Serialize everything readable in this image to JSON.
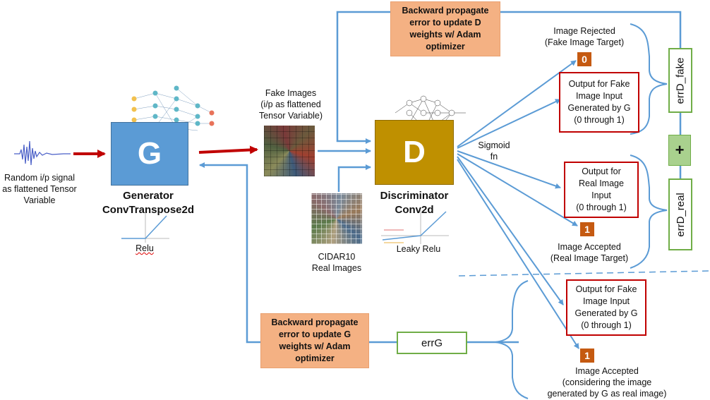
{
  "generator": {
    "letter": "G",
    "title_line1": "Generator",
    "title_line2": "ConvTranspose2d",
    "activation": "Relu"
  },
  "discriminator": {
    "letter": "D",
    "title_line1": "Discriminator",
    "title_line2": "Conv2d",
    "activation": "Leaky Relu"
  },
  "input_signal": {
    "line1": "Random i/p signal",
    "line2": "as flattened Tensor",
    "line3": "Variable"
  },
  "fake_images": {
    "line1": "Fake Images",
    "line2": "(i/p as flattened",
    "line3": "Tensor Variable)"
  },
  "real_images": {
    "line1": "CIDAR10",
    "line2": "Real Images"
  },
  "sigmoid": {
    "line1": "Sigmoid",
    "line2": "fn"
  },
  "backprop_d": {
    "line1": "Backward propagate",
    "line2": "error to update D",
    "line3": "weights w/ Adam",
    "line4": "optimizer"
  },
  "backprop_g": {
    "line1": "Backward propagate",
    "line2": "error to update G",
    "line3": "weights w/ Adam",
    "line4": "optimizer"
  },
  "rejected": {
    "line1": "Image Rejected",
    "line2": "(Fake Image Target)",
    "value": "0"
  },
  "out_fake_1": {
    "line1": "Output for Fake",
    "line2": "Image Input",
    "line3": "Generated by G",
    "line4": "(0 through 1)"
  },
  "out_real": {
    "line1": "Output for",
    "line2": "Real Image",
    "line3": "Input",
    "line4": "(0 through 1)"
  },
  "accepted_real": {
    "value": "1",
    "line1": "Image Accepted",
    "line2": "(Real Image Target)"
  },
  "out_fake_2": {
    "line1": "Output for Fake",
    "line2": "Image Input",
    "line3": "Generated by G",
    "line4": "(0 through 1)"
  },
  "accepted_g": {
    "value": "1",
    "line1": "Image Accepted",
    "line2": "(considering the image",
    "line3": "generated by G as real image)"
  },
  "errD_fake": {
    "label": "errD_fake"
  },
  "errD_real": {
    "label": "errD_real"
  },
  "plus": {
    "label": "+"
  },
  "errG": {
    "label": "errG"
  },
  "colors": {
    "generator": "#5b9bd5",
    "discriminator": "#bf9000",
    "orange": "#f4b183",
    "red_border": "#c00000",
    "green_border": "#70ad47",
    "badge": "#c55a11",
    "arrow_blue": "#5b9bd5",
    "arrow_red": "#c00000"
  }
}
